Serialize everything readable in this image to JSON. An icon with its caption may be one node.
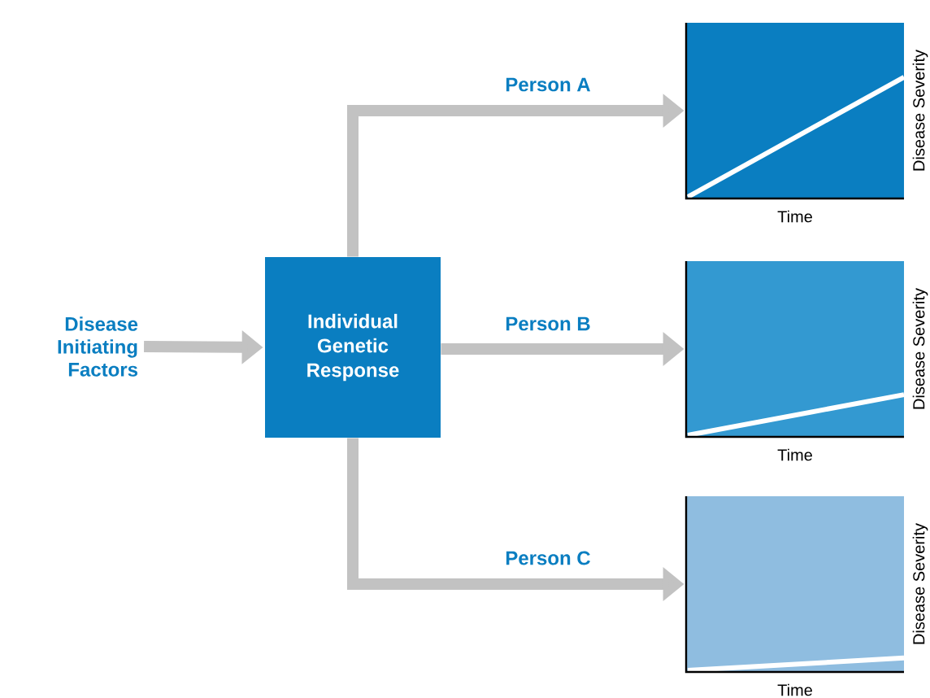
{
  "diagram": {
    "nodes": [
      {
        "text": [
          "Disease Initiating Factors"
        ]
      },
      {
        "text": [
          "Individual Genetic Response"
        ]
      },
      {
        "text": [
          "Time",
          "Disease Severity"
        ]
      },
      {
        "text": [
          "Time",
          "Disease Severity"
        ]
      },
      {
        "text": [
          "Time",
          "Disease Severity"
        ]
      }
    ],
    "edges": [
      {
        "from": 0,
        "to": 1,
        "arrow": "to"
      },
      {
        "from": 1,
        "to": 2,
        "arrow": "to",
        "label": "Person A"
      },
      {
        "from": 1,
        "to": 3,
        "arrow": "to",
        "label": "Person B"
      },
      {
        "from": 1,
        "to": 4,
        "arrow": "to",
        "label": "Person C"
      }
    ]
  }
}
